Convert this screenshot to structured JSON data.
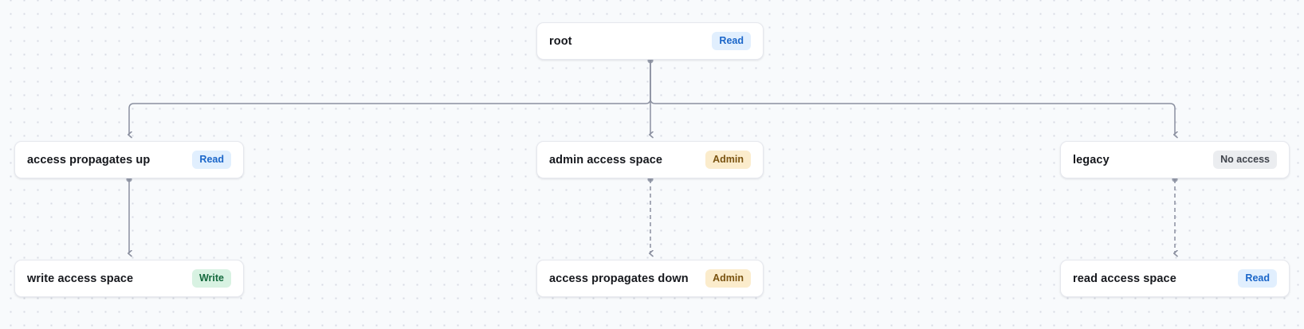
{
  "canvas": {
    "background_color": "#f8fafc",
    "grid_dot_color": "#d7dbe3"
  },
  "colors": {
    "node_background": "#ffffff",
    "node_border": "#e6e8ee",
    "node_label": "#16181d",
    "edge_line": "#8b90a0",
    "badge_read_bg": "#e1effe",
    "badge_read_text": "#1b66c9",
    "badge_admin_bg": "#fbeccc",
    "badge_admin_text": "#7a5310",
    "badge_write_bg": "#d8f2e2",
    "badge_write_text": "#13693c",
    "badge_noaccess_bg": "#ebedf0",
    "badge_noaccess_text": "#3f434b"
  },
  "graph": {
    "nodes": [
      {
        "id": "root",
        "label": "root",
        "badge": "Read",
        "badge_kind": "read"
      },
      {
        "id": "access-propagates-up",
        "label": "access propagates up",
        "badge": "Read",
        "badge_kind": "read"
      },
      {
        "id": "admin-access-space",
        "label": "admin access space",
        "badge": "Admin",
        "badge_kind": "admin"
      },
      {
        "id": "legacy",
        "label": "legacy",
        "badge": "No access",
        "badge_kind": "noaccess"
      },
      {
        "id": "write-access-space",
        "label": "write access space",
        "badge": "Write",
        "badge_kind": "write"
      },
      {
        "id": "access-propagates-down",
        "label": "access propagates down",
        "badge": "Admin",
        "badge_kind": "admin"
      },
      {
        "id": "read-access-space",
        "label": "read access space",
        "badge": "Read",
        "badge_kind": "read"
      }
    ],
    "edges": [
      {
        "from": "root",
        "to": "access-propagates-up",
        "style": "solid"
      },
      {
        "from": "root",
        "to": "admin-access-space",
        "style": "solid"
      },
      {
        "from": "root",
        "to": "legacy",
        "style": "solid"
      },
      {
        "from": "access-propagates-up",
        "to": "write-access-space",
        "style": "solid"
      },
      {
        "from": "admin-access-space",
        "to": "access-propagates-down",
        "style": "dashed"
      },
      {
        "from": "legacy",
        "to": "read-access-space",
        "style": "dashed"
      }
    ]
  }
}
